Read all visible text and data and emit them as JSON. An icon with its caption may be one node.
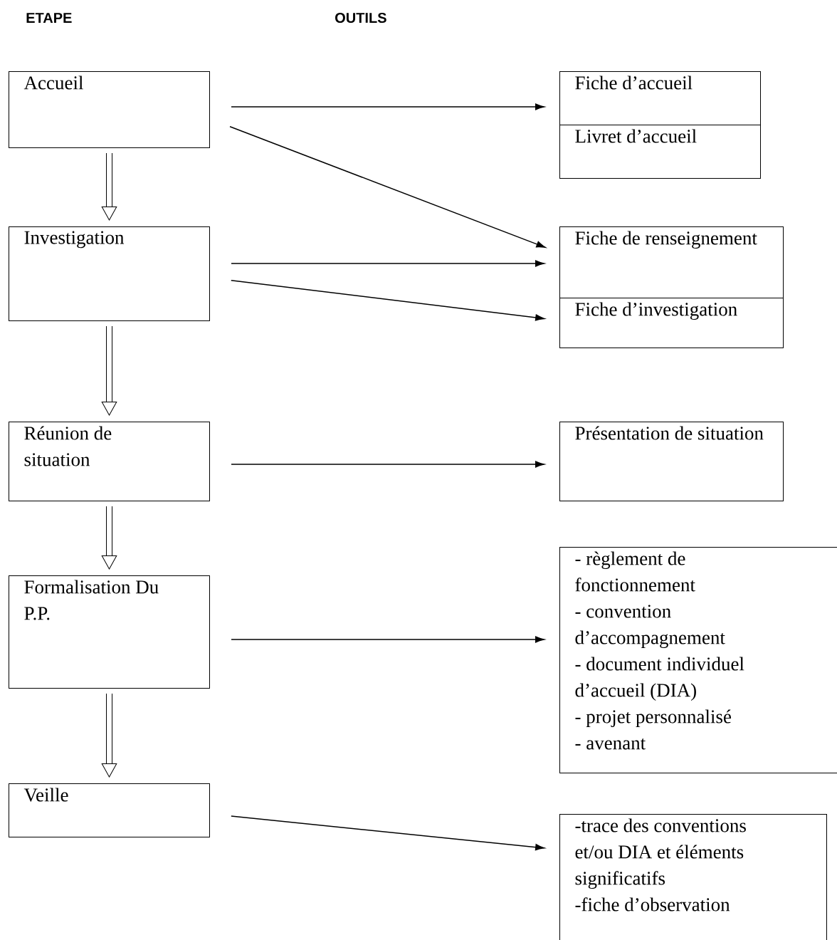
{
  "diagram": {
    "nodes": [
      {
        "text": [
          "Accueil"
        ]
      },
      {
        "text": [
          "Fiche d’accueil"
        ]
      },
      {
        "text": [
          "Livret d’accueil"
        ]
      },
      {
        "text": [
          "Investigation"
        ]
      },
      {
        "text": [
          "Fiche de renseignement"
        ]
      },
      {
        "text": [
          "Fiche d’investigation"
        ]
      },
      {
        "text": [
          "Réunion de situation"
        ]
      },
      {
        "text": [
          "Présentation de situation"
        ]
      },
      {
        "text": [
          "Formalisation Du P.P."
        ]
      },
      {
        "text": [
          "- règlement de fonctionnement",
          "- convention d’accompagnement",
          "- document individuel d’accueil (DIA)",
          "- projet personnalisé",
          "- avenant"
        ]
      },
      {
        "text": [
          "Veille"
        ]
      },
      {
        "text": [
          "-trace des conventions et/ou DIA et éléments significatifs",
          "-fiche d’observation"
        ]
      }
    ],
    "edges": [
      {
        "from": 0,
        "to": 1,
        "arrow": "to"
      },
      {
        "from": 0,
        "to": 4,
        "arrow": "to"
      },
      {
        "from": 0,
        "to": 3,
        "arrow": "to",
        "style": "thick"
      },
      {
        "from": 3,
        "to": 4,
        "arrow": "to"
      },
      {
        "from": 3,
        "to": 5,
        "arrow": "to"
      },
      {
        "from": 3,
        "to": 6,
        "arrow": "to",
        "style": "thick"
      },
      {
        "from": 6,
        "to": 7,
        "arrow": "to"
      },
      {
        "from": 6,
        "to": 8,
        "arrow": "to",
        "style": "thick"
      },
      {
        "from": 8,
        "to": 9,
        "arrow": "to"
      },
      {
        "from": 8,
        "to": 10,
        "arrow": "to",
        "style": "thick"
      },
      {
        "from": 10,
        "to": 11,
        "arrow": "to"
      }
    ],
    "labels": [
      "ETAPE",
      "OUTILS"
    ]
  }
}
